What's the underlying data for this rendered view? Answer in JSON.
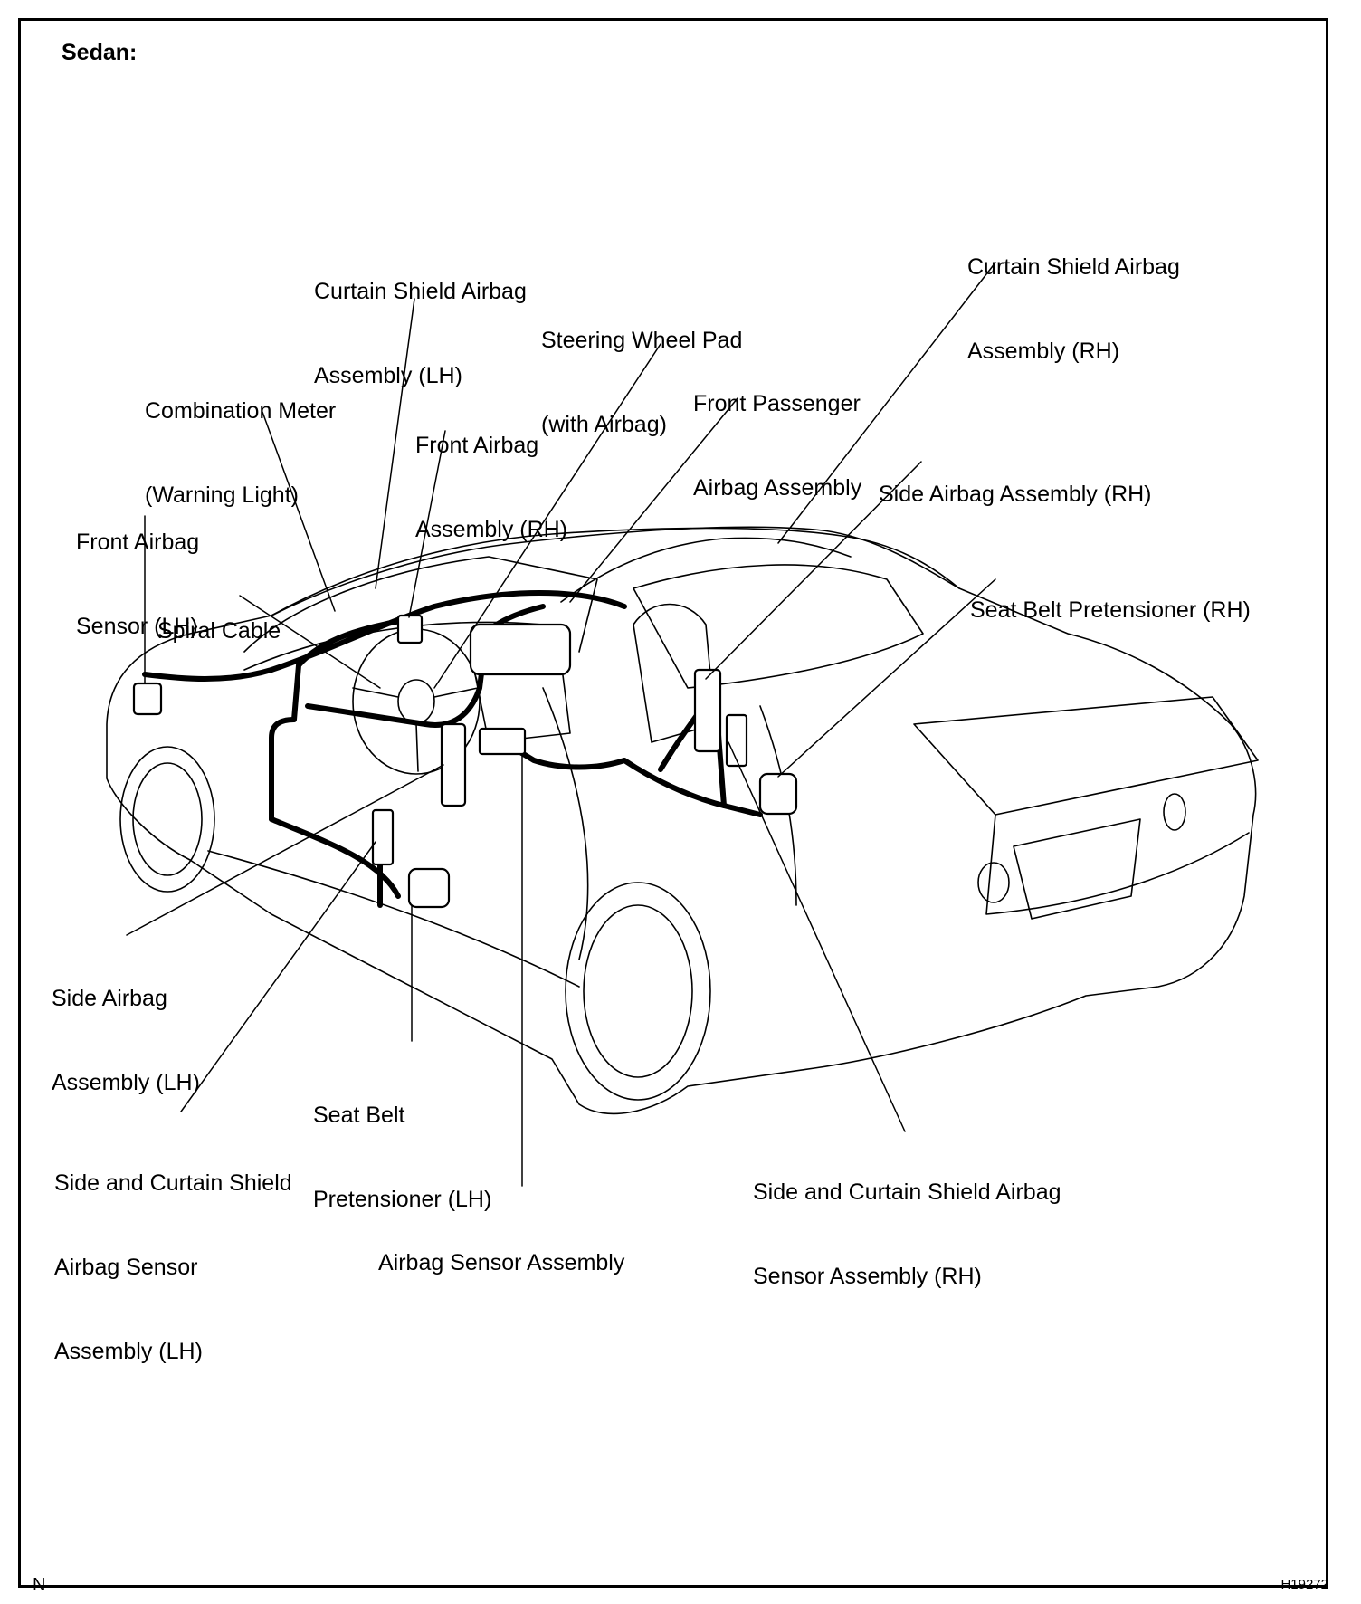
{
  "heading": "Sedan:",
  "labels": {
    "curtain_lh_1": "Curtain Shield Airbag",
    "curtain_lh_2": "Assembly (LH)",
    "steering_1": "Steering Wheel Pad",
    "steering_2": "(with Airbag)",
    "curtain_rh_1": "Curtain Shield Airbag",
    "curtain_rh_2": "Assembly (RH)",
    "front_pass_1": "Front Passenger",
    "front_pass_2": "Airbag Assembly",
    "combo_1": "Combination Meter",
    "combo_2": "(Warning Light)",
    "front_rh_1": "Front Airbag",
    "front_rh_2": "Assembly (RH)",
    "side_rh": "Side Airbag Assembly (RH)",
    "front_lh_1": "Front Airbag",
    "front_lh_2": "Sensor (LH)",
    "spiral": "Spiral Cable",
    "seatbelt_rh": "Seat Belt Pretensioner (RH)",
    "side_lh_1": "Side Airbag",
    "side_lh_2": "Assembly (LH)",
    "seatbelt_lh_1": "Seat Belt",
    "seatbelt_lh_2": "Pretensioner (LH)",
    "sc_lh_1": "Side and Curtain Shield",
    "sc_lh_2": "Airbag Sensor",
    "sc_lh_3": "Assembly (LH)",
    "sc_rh_1": "Side and Curtain Shield Airbag",
    "sc_rh_2": "Sensor Assembly (RH)",
    "airbag_sensor": "Airbag Sensor Assembly"
  },
  "footer": {
    "left": "N",
    "right": "H19272"
  }
}
